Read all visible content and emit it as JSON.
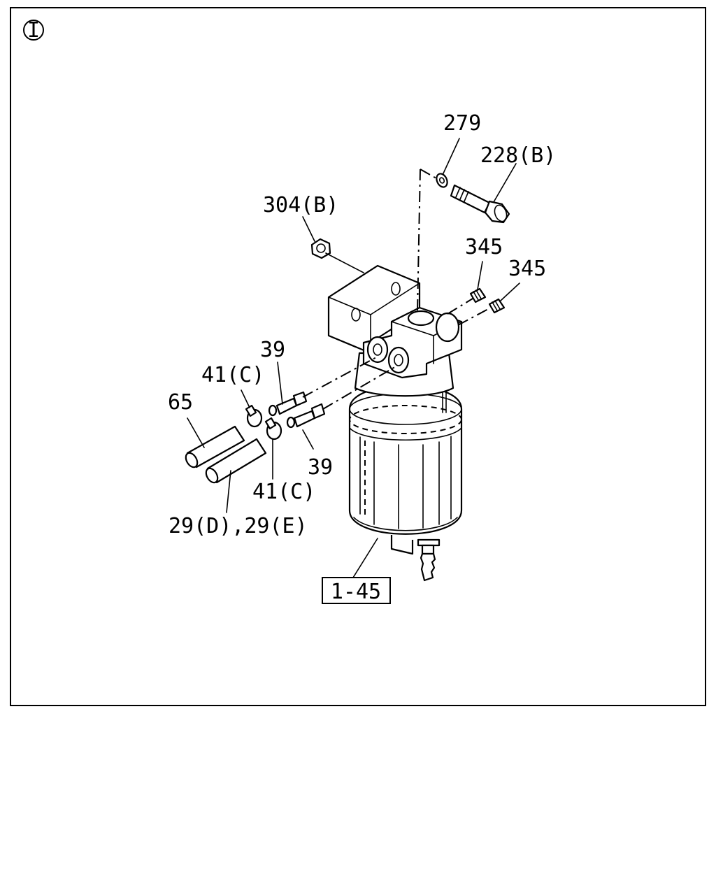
{
  "view_marker": "I",
  "labels": {
    "p279": "279",
    "p228b": "228(B)",
    "p304b": "304(B)",
    "p345a": "345",
    "p345b": "345",
    "p39a": "39",
    "p39b": "39",
    "p41c_a": "41(C)",
    "p41c_b": "41(C)",
    "p65": "65",
    "p29de": "29(D),29(E)",
    "p1_45": "1-45"
  }
}
